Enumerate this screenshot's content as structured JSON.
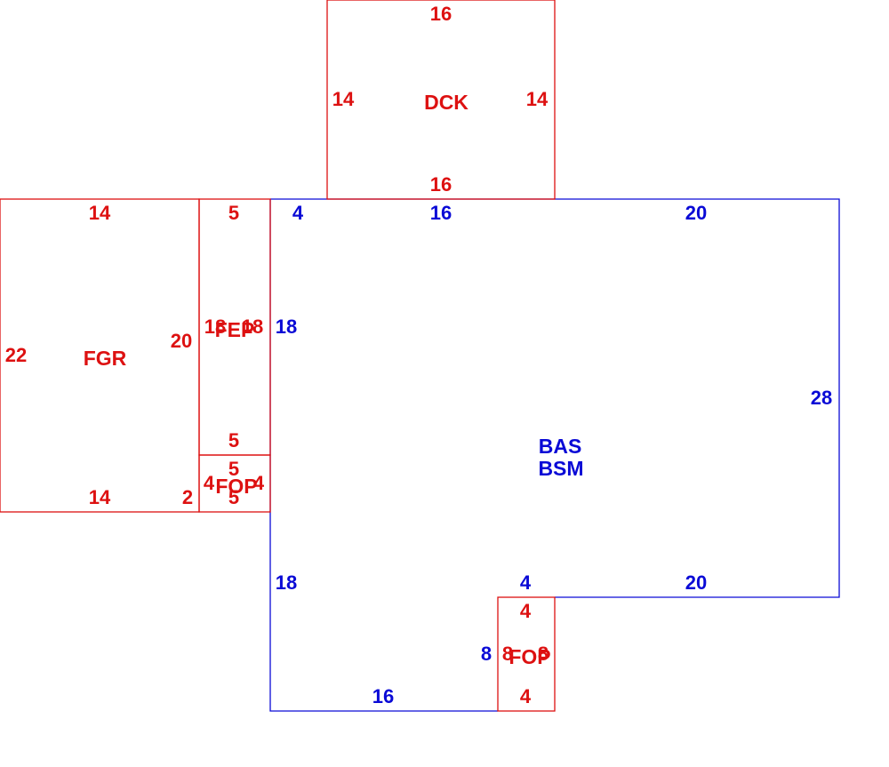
{
  "colors": {
    "red": "#dd1111",
    "blue": "#0a0ad6",
    "background": "#ffffff"
  },
  "areas": {
    "dck": {
      "code": "DCK",
      "dims": {
        "top": "16",
        "bottom": "16",
        "left": "14",
        "right": "14"
      }
    },
    "fgr": {
      "code": "FGR",
      "dims": {
        "top": "14",
        "bottom": "14",
        "left": "22",
        "right": "20",
        "step": "2"
      }
    },
    "fep": {
      "code": "FEP",
      "dims": {
        "top": "5",
        "bottom": "5",
        "left": "18",
        "right": "18"
      }
    },
    "fop_left": {
      "code": "FOP",
      "dims": {
        "top": "5",
        "bottom": "5",
        "left": "4",
        "right": "4"
      }
    },
    "fop_bottom": {
      "code": "FOP",
      "dims": {
        "top": "4",
        "bottom": "4",
        "left": "8",
        "right": "8"
      }
    },
    "bas": {
      "codes": [
        "BAS",
        "BSM"
      ],
      "dims": {
        "top_a": "4",
        "top_b": "16",
        "top_c": "20",
        "left_upper": "18",
        "right": "28",
        "left_lower": "18",
        "notch_step": "4",
        "bottom_right": "20",
        "notch_side": "8",
        "bottom_left": "16"
      }
    }
  }
}
